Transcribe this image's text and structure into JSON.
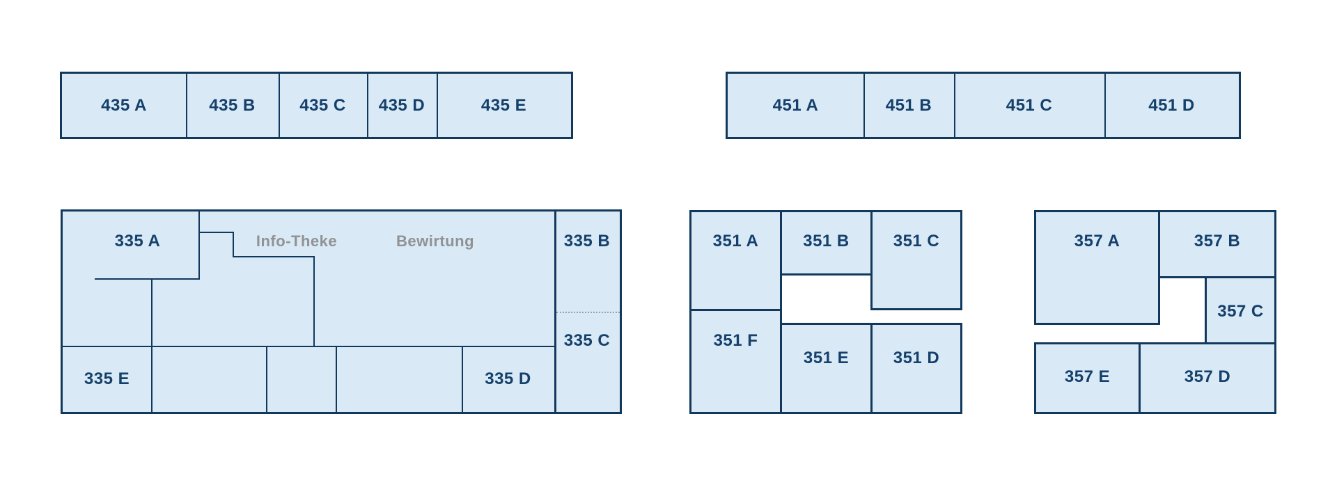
{
  "palette": {
    "room_fill": "#d9e9f6",
    "wall": "#12395c",
    "booth_text": "#14406b",
    "muted_text": "#909294"
  },
  "blocks": {
    "row_435": {
      "booths": [
        "435 A",
        "435 B",
        "435 C",
        "435 D",
        "435 E"
      ]
    },
    "row_451": {
      "booths": [
        "451 A",
        "451 B",
        "451 C",
        "451 D"
      ]
    },
    "hall_335": {
      "booths": {
        "a": "335 A",
        "b": "335 B",
        "c": "335 C",
        "d": "335 D",
        "e": "335 E"
      },
      "areas": {
        "info_desk": "Info-Theke",
        "catering": "Bewirtung"
      }
    },
    "hall_351": {
      "booths": {
        "a": "351 A",
        "b": "351 B",
        "c": "351 C",
        "d": "351 D",
        "e": "351 E",
        "f": "351 F"
      }
    },
    "hall_357": {
      "booths": {
        "a": "357 A",
        "b": "357 B",
        "c": "357 C",
        "d": "357 D",
        "e": "357 E"
      }
    }
  }
}
